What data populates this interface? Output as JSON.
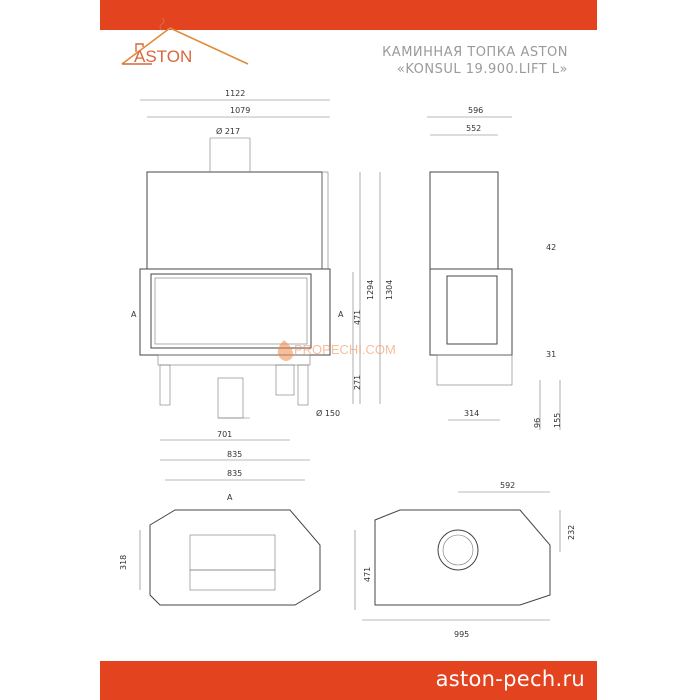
{
  "header": {
    "logo_text": "ASTON",
    "title_line1": "КАМИННАЯ ТОПКА ASTON",
    "title_line2": "«KONSUL 19.900.LIFT L»",
    "brand_color": "#e4431f"
  },
  "front_view": {
    "width_total": "1122",
    "width_body": "1079",
    "flue_diameter": "Ø 217",
    "height_1294": "1294",
    "height_1304": "1304",
    "door_height": "471",
    "leg_height": "271",
    "air_diameter": "Ø 150",
    "dim_701": "701",
    "dim_835": "835",
    "section_left": "A",
    "section_right": "A"
  },
  "side_view": {
    "depth_total": "596",
    "depth_body": "552",
    "dim_42": "42",
    "dim_31": "31",
    "dim_314": "314",
    "dim_96": "96",
    "dim_155": "155"
  },
  "section_view": {
    "width": "835",
    "section_label": "A",
    "depth": "318"
  },
  "top_view": {
    "dim_592": "592",
    "dim_232": "232",
    "dim_471": "471",
    "dim_995": "995"
  },
  "watermark": "PROPECHI.COM",
  "footer": {
    "website": "aston-pech.ru"
  }
}
